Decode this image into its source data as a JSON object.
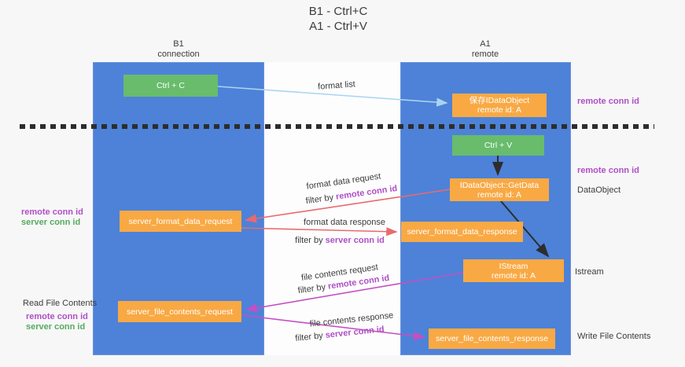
{
  "title": {
    "line1": "B1 - Ctrl+C",
    "line2": "A1 - Ctrl+V"
  },
  "lanes": {
    "left": {
      "name": "B1",
      "role": "connection"
    },
    "right": {
      "name": "A1",
      "role": "remote"
    }
  },
  "nodes": {
    "ctrl_c": {
      "label": "Ctrl + C"
    },
    "save_idataobject": {
      "line1": "保存IDataObject",
      "line2": "remote id: A"
    },
    "ctrl_v": {
      "label": "Ctrl + V"
    },
    "getdata": {
      "line1": "IDataObject::GetData",
      "line2": "remote id: A"
    },
    "server_format_data_request": {
      "label": "server_format_data_request"
    },
    "server_format_data_response": {
      "label": "server_format_data_response"
    },
    "istream": {
      "line1": "IStream",
      "line2": "remote id: A"
    },
    "server_file_contents_request": {
      "label": "server_file_contents_request"
    },
    "server_file_contents_response": {
      "label": "server_file_contents_response"
    }
  },
  "edge_labels": {
    "format_list": "format list",
    "format_data_request": "format data request",
    "format_data_response": "format data response",
    "file_contents_request": "file contents request",
    "file_contents_response": "file contents response",
    "filter_prefix": "filter by ",
    "remote_conn_id": "remote conn id",
    "server_conn_id": "server conn id"
  },
  "side_labels": {
    "left_remote_conn_id": "remote conn id",
    "left_server_conn_id": "server conn id",
    "read_file_contents": "Read File Contents",
    "left_remote_conn_id2": "remote conn id",
    "left_server_conn_id2": "server conn id",
    "right_remote_conn_id_top": "remote conn id",
    "right_remote_conn_id_mid": "remote conn id",
    "dataobject": "DataObject",
    "istream": "Istream",
    "write_file_contents": "Write File Contents"
  },
  "colors": {
    "lane_blue": "#4d82d8",
    "node_green": "#68bc6c",
    "node_orange": "#f8a944",
    "arrow_light_blue": "#a9d4f0",
    "arrow_black": "#2d2d2d",
    "arrow_salmon": "#e86a6e",
    "arrow_magenta": "#c44fc4",
    "label_purple": "#b04fc6",
    "label_green": "#55ab60"
  }
}
